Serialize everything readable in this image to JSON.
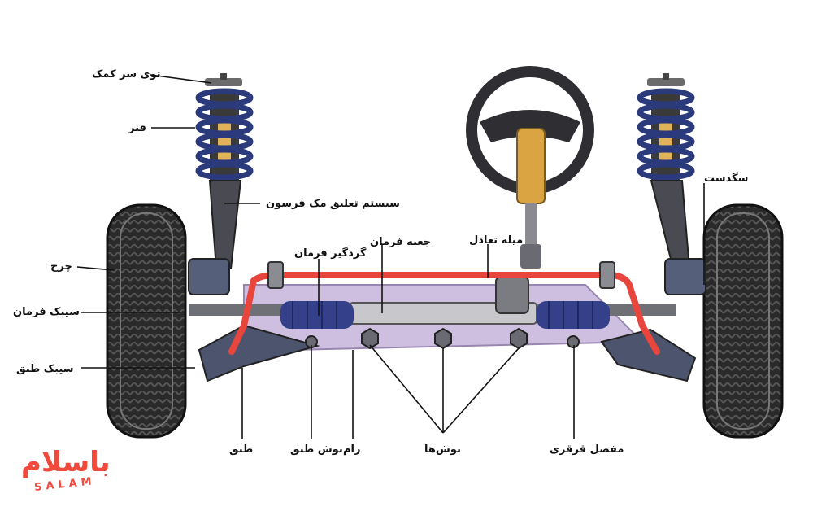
{
  "labels": {
    "strut_mount": "توی سر کمک",
    "spring": "فنر",
    "macpherson_strut": "سیستم تعلیق مک فرسون",
    "wheel": "چرخ",
    "tie_rod": "سیبک فرمان",
    "ball_joint": "سیبک طبق",
    "steering_knuckle": "سگدست",
    "steering_boot": "گردگیر فرمان",
    "steering_rack": "جعبه فرمان",
    "stabilizer_bar": "میله تعادل",
    "control_arm": "طبق",
    "control_arm_bushing": "بوش طبق",
    "subframe": "رام",
    "bushings": "بوش‌ها",
    "universal_joint": "مفصل قرقری"
  },
  "logo": {
    "text": "باسلام",
    "subtext": "SALAM"
  },
  "colors": {
    "spring": "#2b3a7a",
    "stabilizer": "#e8463c",
    "subframe": "#c9b8dc",
    "tire": "#2a2a2a",
    "column": "#d9a441",
    "logo": "#f04a3c"
  }
}
